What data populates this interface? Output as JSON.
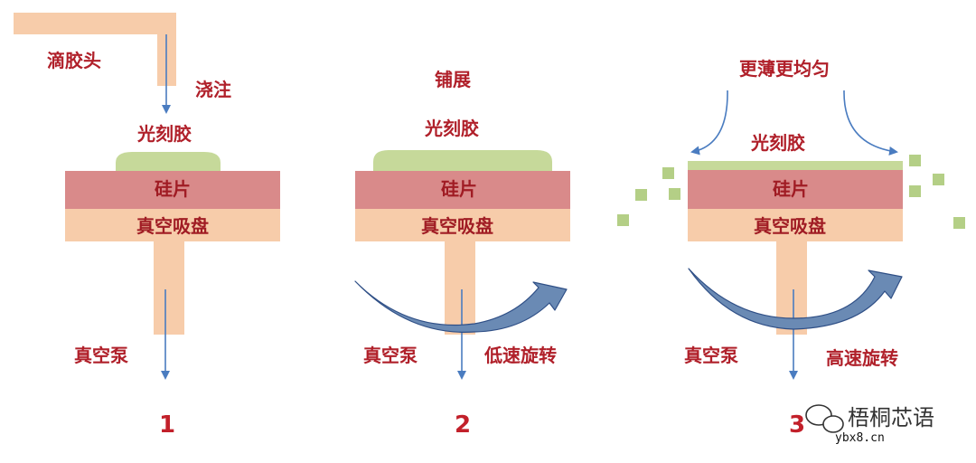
{
  "colors": {
    "resist": "#c6d99a",
    "wafer": "#d98a8a",
    "chuck": "#f7ccaa",
    "flow": "#4a7cc0",
    "rotation": "#6a8ab4",
    "label": "#b0202a"
  },
  "panel1": {
    "nozzle_label": "滴胶头",
    "pour_label": "浇注",
    "resist_label": "光刻胶",
    "wafer_label": "硅片",
    "chuck_label": "真空吸盘",
    "pump_label": "真空泵",
    "step_number": "1"
  },
  "panel2": {
    "spread_label": "铺展",
    "resist_label": "光刻胶",
    "wafer_label": "硅片",
    "chuck_label": "真空吸盘",
    "pump_label": "真空泵",
    "rotation_label": "低速旋转",
    "step_number": "2"
  },
  "panel3": {
    "thinner_label": "更薄更均匀",
    "resist_label": "光刻胶",
    "wafer_label": "硅片",
    "chuck_label": "真空吸盘",
    "pump_label": "真空泵",
    "rotation_label": "高速旋转",
    "step_number": "3"
  },
  "watermark": {
    "icon": "wechat-icon",
    "brand": "梧桐芯语",
    "url": "ybx8.cn"
  }
}
